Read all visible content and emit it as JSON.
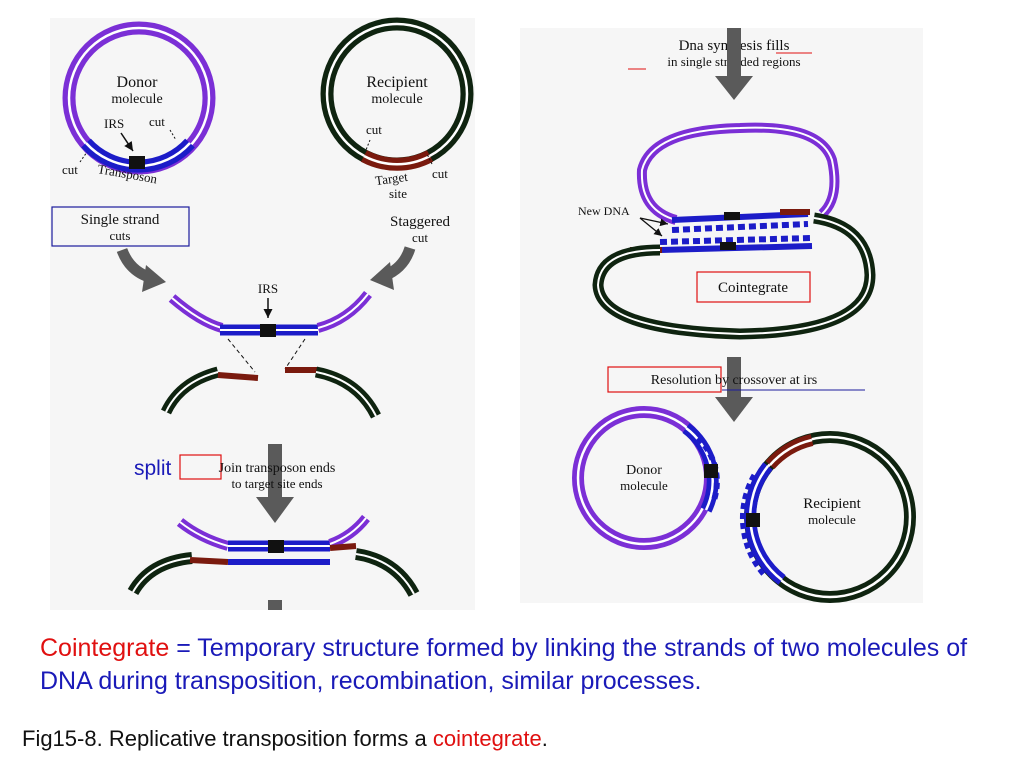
{
  "left_panel": {
    "donor": {
      "line1": "Donor",
      "line2": "molecule",
      "irs": "IRS",
      "cut_top": "cut",
      "cut_left": "cut",
      "transposon": "Transposon"
    },
    "recipient": {
      "line1": "Recipient",
      "line2": "molecule",
      "cut_top": "cut",
      "cut_right": "cut",
      "target_line1": "Target",
      "target_line2": "site"
    },
    "single_strand_cuts": {
      "line1": "Single strand",
      "line2": "cuts"
    },
    "staggered_cut": {
      "line1": "Staggered",
      "line2": "cut"
    },
    "irs_middle": "IRS",
    "split_note": "split",
    "join_step": {
      "line1": "Join transposon ends",
      "line2": "to target site ends"
    }
  },
  "right_panel": {
    "dna_synthesis": {
      "line1": "Dna synthesis fills",
      "line2": "in single stranded regions"
    },
    "new_dna": "New DNA",
    "cointegrate_box": "Cointegrate",
    "resolution": "Resolution by crossover at irs",
    "donor": {
      "line1": "Donor",
      "line2": "molecule"
    },
    "recipient": {
      "line1": "Recipient",
      "line2": "molecule"
    }
  },
  "caption": {
    "term": "Cointegrate",
    "definition": " = Temporary structure formed by linking the strands of two molecules of DNA during transposition, recombination, similar processes."
  },
  "figure_line": {
    "prefix": "Fig15-8. Replicative transposition forms a ",
    "term": "cointegrate",
    "suffix": "."
  },
  "colors": {
    "donor": "#7b2fd6",
    "transposon": "#1c1cc8",
    "recipient": "#0f2410",
    "target": "#7a1a0e",
    "arrow": "#5a5a5a",
    "caption": "#1a1ab8",
    "highlight": "#e01010"
  }
}
